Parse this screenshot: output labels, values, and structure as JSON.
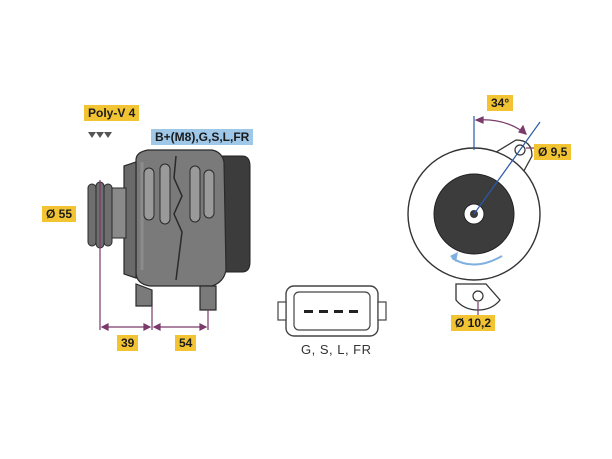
{
  "labels": {
    "belt": "Poly-V 4",
    "terminals": "B+(M8),G,S,L,FR",
    "pulley_diameter": "Ø 55",
    "dim_a": "39",
    "dim_b": "54",
    "connector_pins": "G, S, L, FR",
    "angle": "34°",
    "ear_hole": "Ø 9,5",
    "bottom_hole": "Ø 10,2"
  },
  "colors": {
    "body": "#7a7a7a",
    "body_dark": "#3c3c3c",
    "yellow_label": "#f2c433",
    "blue_label": "#9fc7e8",
    "dimension_line": "#7a3a6a",
    "center_line": "#2a5aa8",
    "rotation_arrow": "#7fb0e0"
  }
}
